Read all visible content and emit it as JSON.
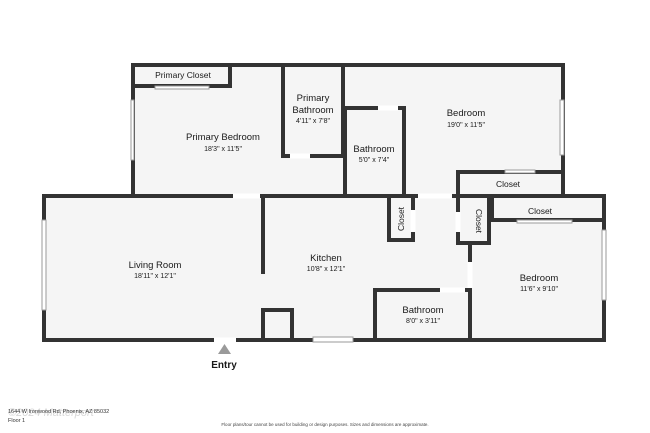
{
  "rooms": {
    "primary_closet": {
      "name": "Primary Closet"
    },
    "primary_bathroom": {
      "name_line1": "Primary",
      "name_line2": "Bathroom",
      "dims": "4'11\" x 7'8\""
    },
    "primary_bedroom": {
      "name": "Primary Bedroom",
      "dims": "18'3\" x 11'5\""
    },
    "bathroom_top": {
      "name": "Bathroom",
      "dims": "5'0\" x 7'4\""
    },
    "bedroom_top": {
      "name": "Bedroom",
      "dims": "19'0\" x 11'5\""
    },
    "closet_top": {
      "name": "Closet"
    },
    "closet_small_left": {
      "name": "Closet"
    },
    "closet_small_right": {
      "name": "Closet"
    },
    "closet_right": {
      "name": "Closet"
    },
    "living_room": {
      "name": "Living Room",
      "dims": "18'11\" x 12'1\""
    },
    "kitchen": {
      "name": "Kitchen",
      "dims": "10'8\" x 12'1\""
    },
    "bedroom_right": {
      "name": "Bedroom",
      "dims": "11'6\" x 9'10\""
    },
    "bathroom_bottom": {
      "name": "Bathroom",
      "dims": "8'0\" x 3'11\""
    }
  },
  "entry": {
    "label": "Entry"
  },
  "footer": {
    "address": "1644 W Ironwood Rd, Phoenix, AZ 85032",
    "floor": "Floor 1",
    "disclaimer": "Floor plans/tour cannot be used for building or design purposes. Sizes and dimensions are approximate.",
    "watermark": "©2024 Matterport"
  },
  "colors": {
    "wall": "#333333",
    "floor": "#f5f5f5",
    "window": "#ffffff"
  }
}
